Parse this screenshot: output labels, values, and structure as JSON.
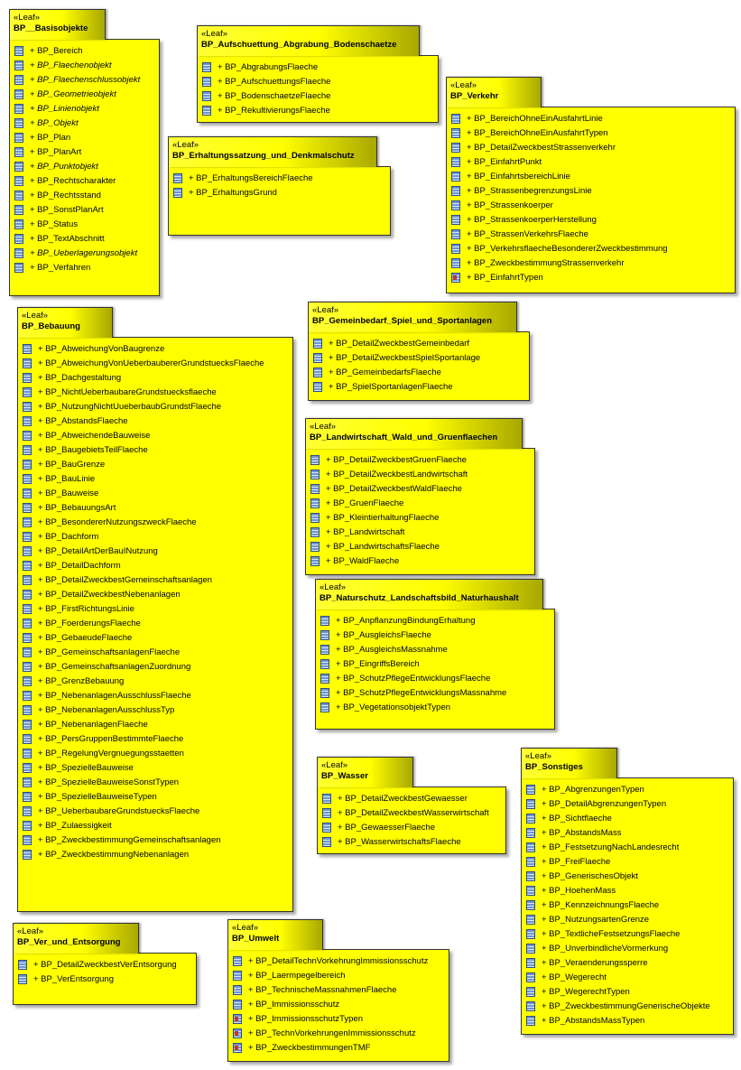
{
  "stereotype": "«Leaf»",
  "packages": [
    {
      "name": "BP__Basisobjekte",
      "items": [
        {
          "label": "+ BP_Bereich"
        },
        {
          "label": "+ BP_Flaechenobjekt",
          "italic": true
        },
        {
          "label": "+ BP_Flaechenschlussobjekt",
          "italic": true
        },
        {
          "label": "+ BP_Geometrieobjekt",
          "italic": true
        },
        {
          "label": "+ BP_Linienobjekt",
          "italic": true
        },
        {
          "label": "+ BP_Objekt",
          "italic": true
        },
        {
          "label": "+ BP_Plan"
        },
        {
          "label": "+ BP_PlanArt"
        },
        {
          "label": "+ BP_Punktobjekt",
          "italic": true
        },
        {
          "label": "+ BP_Rechtscharakter"
        },
        {
          "label": "+ BP_Rechtsstand"
        },
        {
          "label": "+ BP_SonstPlanArt"
        },
        {
          "label": "+ BP_Status"
        },
        {
          "label": "+ BP_TextAbschnitt"
        },
        {
          "label": "+ BP_Ueberlagerungsobjekt",
          "italic": true
        },
        {
          "label": "+ BP_Verfahren"
        }
      ]
    },
    {
      "name": "BP_Aufschuettung_Abgrabung_Bodenschaetze",
      "items": [
        {
          "label": "+ BP_AbgrabungsFlaeche"
        },
        {
          "label": "+ BP_AufschuettungsFlaeche"
        },
        {
          "label": "+ BP_BodenschaetzeFlaeche"
        },
        {
          "label": "+ BP_RekultivierungsFlaeche"
        }
      ]
    },
    {
      "name": "BP_Erhaltungssatzung_und_Denkmalschutz",
      "items": [
        {
          "label": "+ BP_ErhaltungsBereichFlaeche"
        },
        {
          "label": "+ BP_ErhaltungsGrund"
        }
      ]
    },
    {
      "name": "BP_Verkehr",
      "items": [
        {
          "label": "+ BP_BereichOhneEinAusfahrtLinie"
        },
        {
          "label": "+ BP_BereichOhneEinAusfahrtTypen"
        },
        {
          "label": "+ BP_DetailZweckbestStrassenverkehr"
        },
        {
          "label": "+ BP_EinfahrtPunkt"
        },
        {
          "label": "+ BP_EinfahrtsbereichLinie"
        },
        {
          "label": "+ BP_StrassenbegrenzungsLinie"
        },
        {
          "label": "+ BP_Strassenkoerper"
        },
        {
          "label": "+ BP_StrassenkoerperHerstellung"
        },
        {
          "label": "+ BP_StrassenVerkehrsFlaeche"
        },
        {
          "label": "+ BP_VerkehrsflaecheBesondererZweckbestimmung"
        },
        {
          "label": "+ BP_ZweckbestimmungStrassenverkehr"
        },
        {
          "label": "+ BP_EinfahrtTypen",
          "enum": true
        }
      ]
    },
    {
      "name": "BP_Bebauung",
      "items": [
        {
          "label": "+ BP_AbweichungVonBaugrenze"
        },
        {
          "label": "+ BP_AbweichungVonUeberbaubererGrundstuecksFlaeche"
        },
        {
          "label": "+ BP_Dachgestaltung"
        },
        {
          "label": "+ BP_NichtUeberbaubareGrundstuecksflaeche"
        },
        {
          "label": "+ BP_NutzungNichtUueberbaubGrundstFlaeche"
        },
        {
          "label": "+ BP_AbstandsFlaeche"
        },
        {
          "label": "+ BP_AbweichendeBauweise"
        },
        {
          "label": "+ BP_BaugebietsTeilFlaeche"
        },
        {
          "label": "+ BP_BauGrenze"
        },
        {
          "label": "+ BP_BauLinie"
        },
        {
          "label": "+ BP_Bauweise"
        },
        {
          "label": "+ BP_BebauungsArt"
        },
        {
          "label": "+ BP_BesondererNutzungszweckFlaeche"
        },
        {
          "label": "+ BP_Dachform"
        },
        {
          "label": "+ BP_DetailArtDerBauINutzung"
        },
        {
          "label": "+ BP_DetailDachform"
        },
        {
          "label": "+ BP_DetailZweckbestGemeinschaftsanlagen"
        },
        {
          "label": "+ BP_DetailZweckbestNebenanlagen"
        },
        {
          "label": "+ BP_FirstRichtungsLinie"
        },
        {
          "label": "+ BP_FoerderungsFlaeche"
        },
        {
          "label": "+ BP_GebaeudeFlaeche"
        },
        {
          "label": "+ BP_GemeinschaftsanlagenFlaeche"
        },
        {
          "label": "+ BP_GemeinschaftsanlagenZuordnung"
        },
        {
          "label": "+ BP_GrenzBebauung"
        },
        {
          "label": "+ BP_NebenanlagenAusschlussFlaeche"
        },
        {
          "label": "+ BP_NebenanlagenAusschlussTyp"
        },
        {
          "label": "+ BP_NebenanlagenFlaeche"
        },
        {
          "label": "+ BP_PersGruppenBestimmteFlaeche"
        },
        {
          "label": "+ BP_RegelungVergnuegungsstaetten"
        },
        {
          "label": "+ BP_SpezielleBauweise"
        },
        {
          "label": "+ BP_SpezielleBauweiseSonstTypen"
        },
        {
          "label": "+ BP_SpezielleBauweiseTypen"
        },
        {
          "label": "+ BP_UeberbaubareGrundstuecksFlaeche"
        },
        {
          "label": "+ BP_Zulaessigkeit"
        },
        {
          "label": "+ BP_ZweckbestimmungGemeinschaftsanlagen"
        },
        {
          "label": "+ BP_ZweckbestimmungNebenanlagen"
        }
      ]
    },
    {
      "name": "BP_Gemeinbedarf_Spiel_und_Sportanlagen",
      "items": [
        {
          "label": "+ BP_DetailZweckbestGemeinbedarf"
        },
        {
          "label": "+ BP_DetailZweckbestSpielSportanlage"
        },
        {
          "label": "+ BP_GemeinbedarfsFlaeche"
        },
        {
          "label": "+ BP_SpielSportanlagenFlaeche"
        }
      ]
    },
    {
      "name": "BP_Landwirtschaft_Wald_und_Gruenflaechen",
      "items": [
        {
          "label": "+ BP_DetailZweckbestGruenFlaeche"
        },
        {
          "label": "+ BP_DetailZweckbestLandwirtschaft"
        },
        {
          "label": "+ BP_DetailZweckbestWaldFlaeche"
        },
        {
          "label": "+ BP_GruenFlaeche"
        },
        {
          "label": "+ BP_KleintierhaltungFlaeche"
        },
        {
          "label": "+ BP_Landwirtschaft"
        },
        {
          "label": "+ BP_LandwirtschaftsFlaeche"
        },
        {
          "label": "+ BP_WaldFlaeche"
        }
      ]
    },
    {
      "name": "BP_Naturschutz_Landschaftsbild_Naturhaushalt",
      "items": [
        {
          "label": "+ BP_AnpflanzungBindungErhaltung"
        },
        {
          "label": "+ BP_AusgleichsFlaeche"
        },
        {
          "label": "+ BP_AusgleichsMassnahme"
        },
        {
          "label": "+ BP_EingriffsBereich"
        },
        {
          "label": "+ BP_SchutzPflegeEntwicklungsFlaeche"
        },
        {
          "label": "+ BP_SchutzPflegeEntwicklungsMassnahme"
        },
        {
          "label": "+ BP_VegetationsobjektTypen"
        }
      ]
    },
    {
      "name": "BP_Wasser",
      "items": [
        {
          "label": "+ BP_DetailZweckbestGewaesser"
        },
        {
          "label": "+ BP_DetailZweckbestWasserwirtschaft"
        },
        {
          "label": "+ BP_GewaesserFlaeche"
        },
        {
          "label": "+ BP_WasserwirtschaftsFlaeche"
        }
      ]
    },
    {
      "name": "BP_Sonstiges",
      "items": [
        {
          "label": "+ BP_AbgrenzungenTypen"
        },
        {
          "label": "+ BP_DetailAbgrenzungenTypen"
        },
        {
          "label": "+ BP_Sichtflaeche"
        },
        {
          "label": "+ BP_AbstandsMass"
        },
        {
          "label": "+ BP_FestsetzungNachLandesrecht"
        },
        {
          "label": "+ BP_FreiFlaeche"
        },
        {
          "label": "+ BP_GenerischesObjekt"
        },
        {
          "label": "+ BP_HoehenMass"
        },
        {
          "label": "+ BP_KennzeichnungsFlaeche"
        },
        {
          "label": "+ BP_NutzungsartenGrenze"
        },
        {
          "label": "+ BP_TextlicheFestsetzungsFlaeche"
        },
        {
          "label": "+ BP_UnverbindlicheVormerkung"
        },
        {
          "label": "+ BP_Veraenderungssperre"
        },
        {
          "label": "+ BP_Wegerecht"
        },
        {
          "label": "+ BP_WegerechtTypen"
        },
        {
          "label": "+ BP_ZweckbestimmungGenerischeObjekte"
        },
        {
          "label": "+ BP_AbstandsMassTypen"
        }
      ]
    },
    {
      "name": "BP_Ver_und_Entsorgung",
      "items": [
        {
          "label": "+ BP_DetailZweckbestVerEntsorgung"
        },
        {
          "label": "+ BP_VerEntsorgung"
        }
      ]
    },
    {
      "name": "BP_Umwelt",
      "items": [
        {
          "label": "+ BP_DetailTechnVorkehrungImmissionsschutz"
        },
        {
          "label": "+ BP_Laermpegelbereich"
        },
        {
          "label": "+ BP_TechnischeMassnahmenFlaeche"
        },
        {
          "label": "+ BP_Immissionsschutz"
        },
        {
          "label": "+ BP_ImmissionsschutzTypen",
          "enum": true
        },
        {
          "label": "+ BP_TechnVorkehrungenImmissionsschutz",
          "enum": true
        },
        {
          "label": "+ BP_ZweckbestimmungenTMF",
          "enum": true
        }
      ]
    }
  ]
}
